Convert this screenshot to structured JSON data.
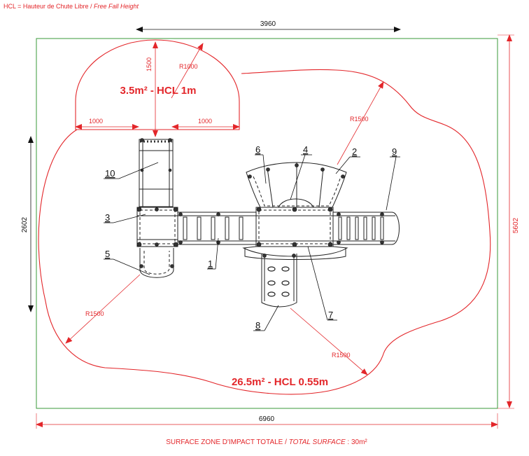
{
  "header": {
    "legend_prefix": "HCL = Hauteur de Chute Libre / ",
    "legend_italic": "Free Fall Height"
  },
  "dimensions": {
    "top_width": "3960",
    "bottom_width": "6960",
    "left_height": "2602",
    "right_height": "5602",
    "small_zone_height": "1500",
    "small_zone_radius": "R1000",
    "left_offset": "1000",
    "right_offset": "1000",
    "radius_top_right": "R1500",
    "radius_bottom_left": "R1500",
    "radius_bottom_right": "R1500"
  },
  "zones": {
    "small_zone_label": "3.5m² - HCL 1m",
    "main_zone_label": "26.5m² - HCL 0.55m"
  },
  "callouts": [
    {
      "id": "1",
      "label": "1"
    },
    {
      "id": "2",
      "label": "2"
    },
    {
      "id": "3",
      "label": "3"
    },
    {
      "id": "4",
      "label": "4"
    },
    {
      "id": "5",
      "label": "5"
    },
    {
      "id": "6",
      "label": "6"
    },
    {
      "id": "7",
      "label": "7"
    },
    {
      "id": "8",
      "label": "8"
    },
    {
      "id": "9",
      "label": "9"
    },
    {
      "id": "10",
      "label": "10"
    }
  ],
  "footer": {
    "prefix": "SURFACE ZONE D'IMPACT TOTALE / ",
    "italic": "TOTAL SURFACE",
    "suffix": " : 30m²"
  },
  "colors": {
    "impact_outline": "#e3262a",
    "boundary": "#3a9a3a",
    "equipment": "#222222"
  }
}
